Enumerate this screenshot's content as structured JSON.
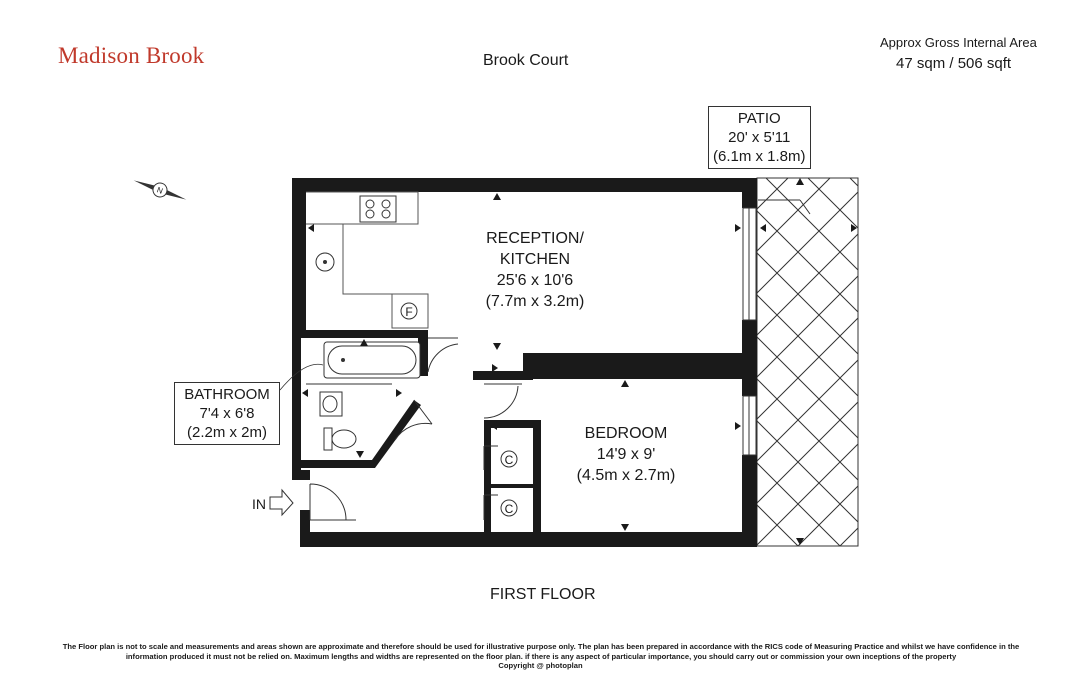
{
  "header": {
    "brand": "Madison Brook",
    "building": "Brook Court",
    "area_label": "Approx Gross Internal Area",
    "area_value": "47 sqm / 506 sqft"
  },
  "rooms": {
    "patio": {
      "name": "PATIO",
      "imperial": "20' x 5'11",
      "metric": "(6.1m x 1.8m)"
    },
    "reception": {
      "name_line1": "RECEPTION/",
      "name_line2": "KITCHEN",
      "imperial": "25'6 x 10'6",
      "metric": "(7.7m x 3.2m)"
    },
    "bathroom": {
      "name": "BATHROOM",
      "imperial": "7'4 x 6'8",
      "metric": "(2.2m x 2m)"
    },
    "bedroom": {
      "name": "BEDROOM",
      "imperial": "14'9 x 9'",
      "metric": "(4.5m x 2.7m)"
    }
  },
  "fixtures": {
    "fridge": "F",
    "cupboard_1": "C",
    "cupboard_2": "C"
  },
  "entrance": "IN",
  "compass": "N",
  "floor": "FIRST FLOOR",
  "footer": {
    "disclaimer": "The Floor plan is not to scale and measurements and areas shown are approximate and therefore should be used for illustrative purpose only. The plan has been prepared in accordance with the RICS code of Measuring Practice and whilst we have confidence in the information produced it must not be relied on. Maximum  lengths and widths are represented on the floor plan. if there is any aspect of particular importance, you should carry out or commission your own inceptions of the property",
    "copyright": "Copyright @ photoplan"
  },
  "colors": {
    "brand": "#c0392b",
    "wall": "#1a1a1a",
    "line": "#444444"
  }
}
